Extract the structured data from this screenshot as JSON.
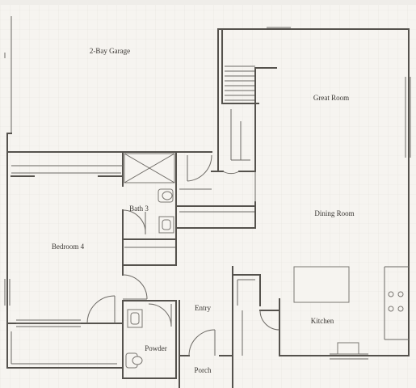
{
  "rooms": {
    "garage": "2-Bay Garage",
    "great_room": "Great Room",
    "dining_room": "Dining Room",
    "bath3": "Bath 3",
    "bedroom4": "Bedroom 4",
    "entry": "Entry",
    "powder": "Powder",
    "kitchen": "Kitchen",
    "porch": "Porch"
  },
  "colors": {
    "background": "#f6f4f0",
    "grid": "#e4e1dc",
    "wall": "#55524d"
  }
}
